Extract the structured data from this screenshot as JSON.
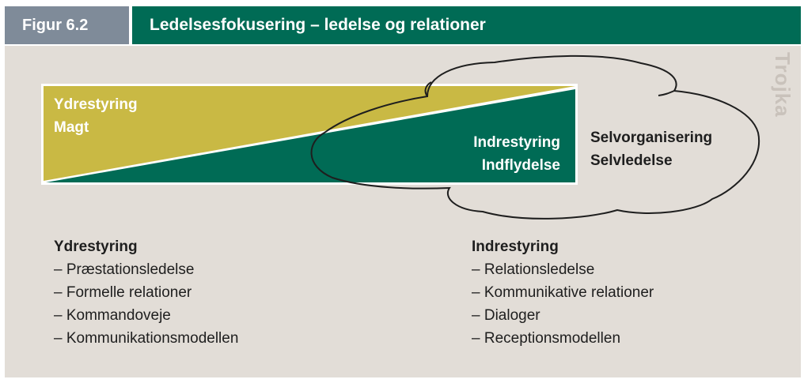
{
  "figure": {
    "number_label": "Figur 6.2",
    "title": "Ledelsesfokusering – ledelse og relationer",
    "watermark": "Trojka"
  },
  "diagram": {
    "outer_wedge": {
      "line1": "Ydrestyring",
      "line2": "Magt"
    },
    "inner_wedge": {
      "line1": "Indrestyring",
      "line2": "Indflydelse"
    },
    "cloud": {
      "line1": "Selvorganisering",
      "line2": "Selvledelse"
    }
  },
  "lists": {
    "left": {
      "heading": "Ydrestyring",
      "items": [
        "– Præstationsledelse",
        "– Formelle relationer",
        "– Kommandoveje",
        "– Kommunikationsmodellen"
      ]
    },
    "right": {
      "heading": "Indrestyring",
      "items": [
        "– Relationsledelse",
        "– Kommunikative relationer",
        "– Dialoger",
        "– Receptionsmodellen"
      ]
    }
  },
  "colors": {
    "header_gray": "#7f8b99",
    "brand_green": "#006b55",
    "olive": "#c9b944",
    "panel_bg": "#e2ddd7"
  }
}
